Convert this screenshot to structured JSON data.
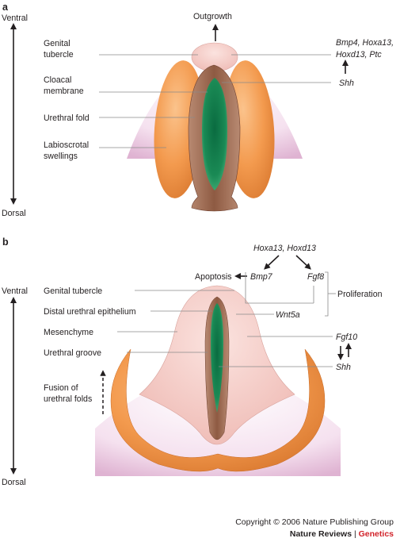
{
  "panel_a": {
    "letter": "a",
    "axis_top": "Ventral",
    "axis_bottom": "Dorsal",
    "outgrowth": "Outgrowth",
    "labels": {
      "genital_tubercle_line1": "Genital",
      "genital_tubercle_line2": "tubercle",
      "cloacal_membrane_line1": "Cloacal",
      "cloacal_membrane_line2": "membrane",
      "urethral_fold": "Urethral fold",
      "labioscrotal_line1": "Labioscrotal",
      "labioscrotal_line2": "swellings"
    },
    "genes": {
      "line1": "Bmp4, Hoxa13,",
      "line2": "Hoxd13, Ptc",
      "shh": "Shh"
    }
  },
  "panel_b": {
    "letter": "b",
    "axis_top": "Ventral",
    "axis_bottom": "Dorsal",
    "labels": {
      "genital_tubercle": "Genital tubercle",
      "distal_urethral_epithelium": "Distal urethral epithelium",
      "mesenchyme": "Mesenchyme",
      "urethral_groove": "Urethral groove",
      "fusion_line1": "Fusion of",
      "fusion_line2": "urethral folds",
      "apoptosis": "Apoptosis",
      "proliferation": "Proliferation"
    },
    "genes": {
      "hox": "Hoxa13, Hoxd13",
      "bmp7": "Bmp7",
      "fgf8": "Fgf8",
      "wnt5a": "Wnt5a",
      "fgf10": "Fgf10",
      "shh": "Shh"
    }
  },
  "footer": {
    "copyright": "Copyright © 2006 Nature Publishing Group",
    "journal": "Nature Reviews",
    "separator": "|",
    "section": "Genetics"
  },
  "colors": {
    "orange": "#f39a4e",
    "orange_dark": "#d9782f",
    "brown": "#9c6248",
    "green": "#0f7a4b",
    "pink": "#f1c2bd",
    "purple": "#e9c4df",
    "accent_red": "#d2232a"
  }
}
